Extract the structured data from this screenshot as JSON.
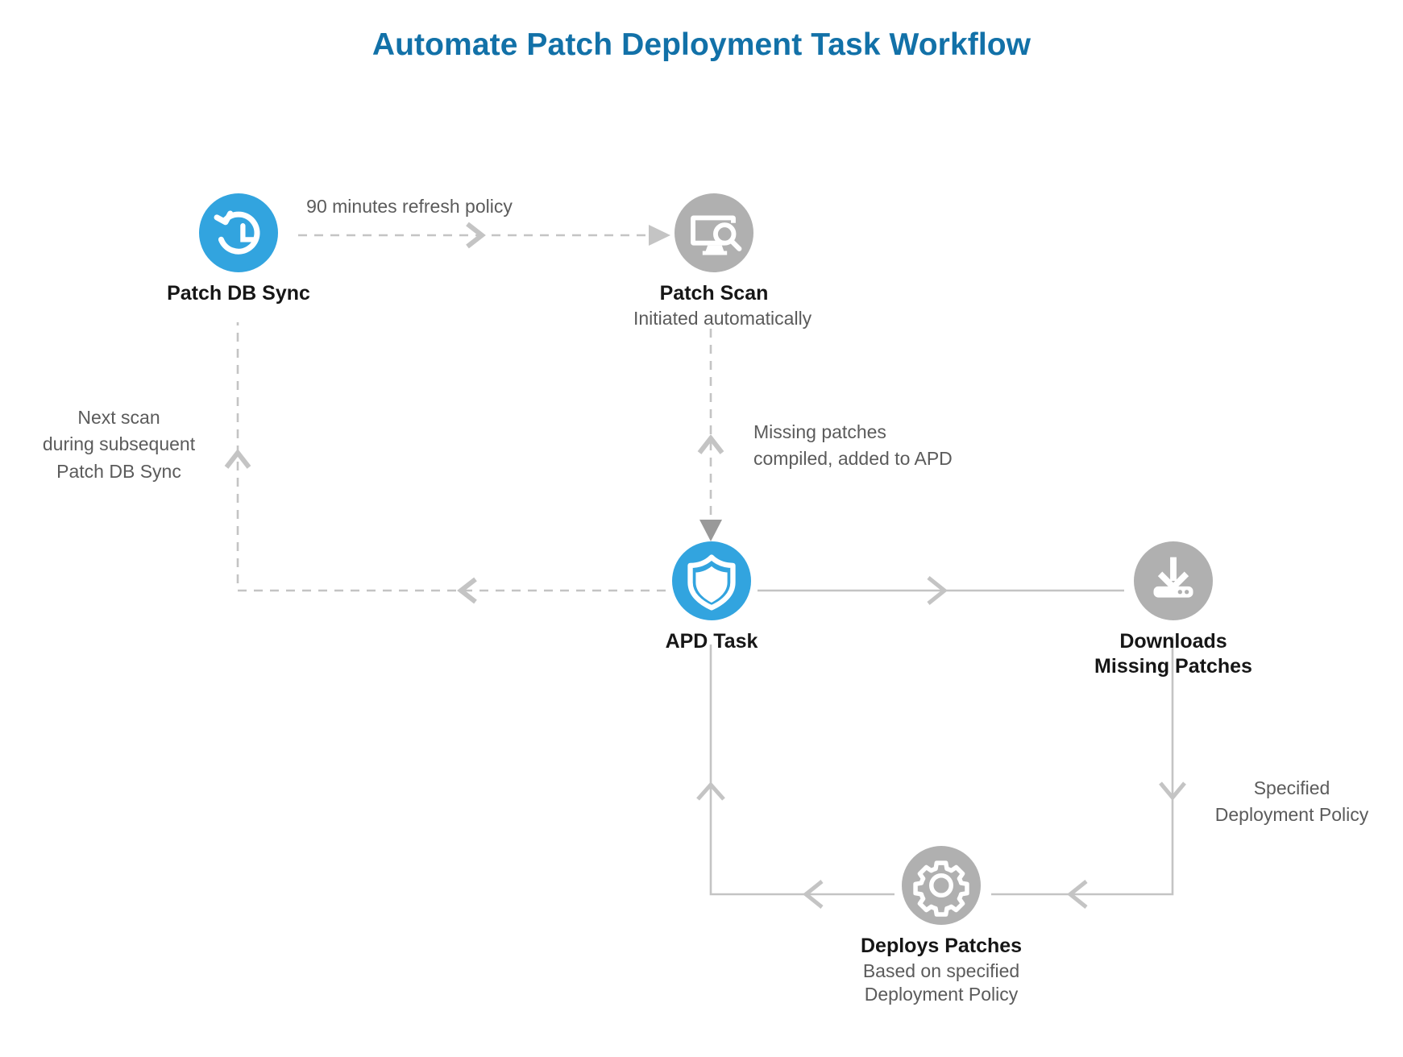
{
  "page": {
    "title": "Automate Patch Deployment Task Workflow",
    "title_color": "#1271a8",
    "background": "#ffffff"
  },
  "colors": {
    "accent_blue": "#32a4df",
    "node_gray": "#b0b0b0",
    "connector_gray": "#c4c4c4",
    "label_gray": "#5b5b5b",
    "node_label_black": "#161616"
  },
  "nodes": [
    {
      "id": "patch-db-sync",
      "icon": "history-clock-icon",
      "disc_color": "blue",
      "title": "Patch DB Sync",
      "subtitle": ""
    },
    {
      "id": "patch-scan",
      "icon": "monitor-magnifier-icon",
      "disc_color": "gray",
      "title": "Patch Scan",
      "subtitle": "Initiated automatically"
    },
    {
      "id": "apd-task",
      "icon": "shield-icon",
      "disc_color": "blue",
      "title": "APD Task",
      "subtitle": ""
    },
    {
      "id": "downloads-missing-patches",
      "icon": "download-icon",
      "disc_color": "gray",
      "title_line1": "Downloads",
      "title_line2": "Missing Patches",
      "subtitle": ""
    },
    {
      "id": "deploys-patches",
      "icon": "gear-icon",
      "disc_color": "gray",
      "title": "Deploys Patches",
      "subtitle_line1": "Based on specified",
      "subtitle_line2": "Deployment Policy"
    }
  ],
  "edges": {
    "sync_to_scan": {
      "label": "90 minutes refresh policy",
      "style": "dashed"
    },
    "scan_to_apd": {
      "label_line1": "Missing patches",
      "label_line2": "compiled, added to APD",
      "style": "dashed"
    },
    "apd_to_sync": {
      "label_line1": "Next scan",
      "label_line2": "during subsequent",
      "label_line3": "Patch DB Sync",
      "style": "dashed"
    },
    "apd_to_downloads": {
      "label": "",
      "style": "solid"
    },
    "downloads_to_deploys": {
      "label_line1": "Specified",
      "label_line2": "Deployment Policy",
      "style": "solid"
    },
    "deploys_to_apd": {
      "label": "",
      "style": "solid"
    }
  }
}
